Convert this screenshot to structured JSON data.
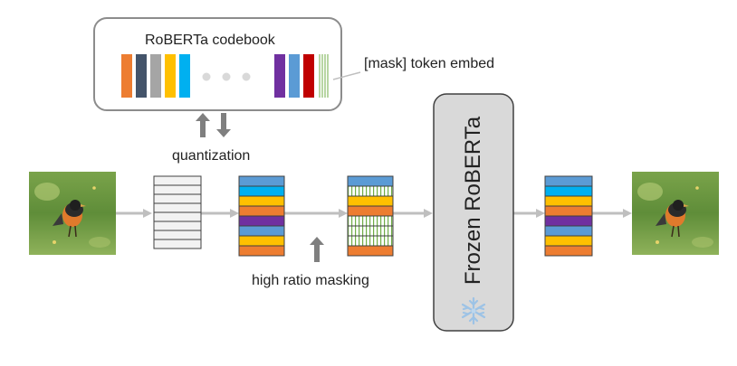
{
  "codebook": {
    "title": "RoBERTa codebook"
  },
  "mask_embed": {
    "label": "[mask] token embed"
  },
  "quantization": {
    "label": "quantization"
  },
  "masking": {
    "label": "high ratio masking"
  },
  "frozen_model": {
    "label": "Frozen RoBERTa",
    "icon": "snowflake-icon"
  },
  "colors": {
    "orange": "#ed7d31",
    "slate": "#44546a",
    "gray": "#a5a5a5",
    "yellow": "#ffc000",
    "sky": "#00b0f0",
    "purple": "#7030a0",
    "steel": "#5b9bd5",
    "red": "#c00000",
    "green": "#70ad47",
    "arrow": "#bfbfbf"
  }
}
